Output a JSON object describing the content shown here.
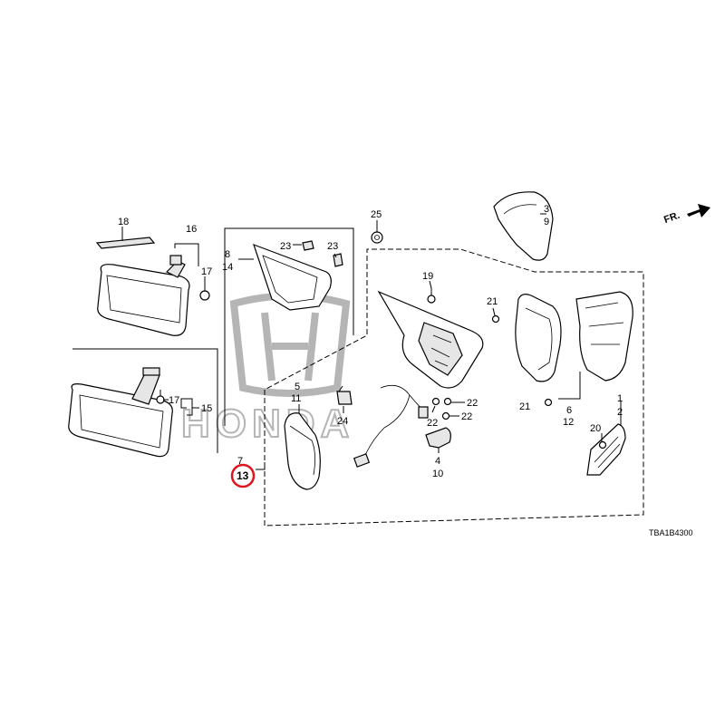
{
  "diagram": {
    "catalog_code": "TBA1B4300",
    "direction_label": "FR.",
    "watermark": "HONDA",
    "highlighted_callout": "13",
    "highlight_color": "#e0141e",
    "callouts": {
      "c1": "1",
      "c2": "2",
      "c3": "3",
      "c4": "4",
      "c5": "5",
      "c6": "6",
      "c7": "7",
      "c8": "8",
      "c9": "9",
      "c10": "10",
      "c11": "11",
      "c12": "12",
      "c13": "13",
      "c14": "14",
      "c15": "15",
      "c16": "16",
      "c17a": "17",
      "c17b": "17",
      "c18": "18",
      "c19": "19",
      "c20": "20",
      "c21a": "21",
      "c21b": "21",
      "c22a": "22",
      "c22b": "22",
      "c22c": "22",
      "c23a": "23",
      "c23b": "23",
      "c24": "24",
      "c25": "25"
    }
  }
}
